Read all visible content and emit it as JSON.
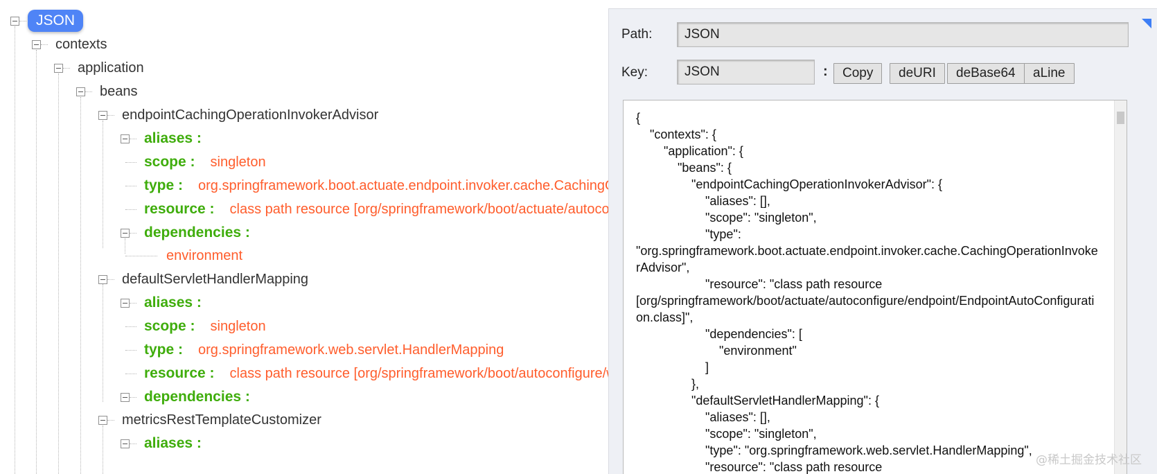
{
  "tree": {
    "root": "JSON",
    "contexts": "contexts",
    "application": "application",
    "beans": "beans",
    "bean1": {
      "name": "endpointCachingOperationInvokerAdvisor",
      "aliases_key": "aliases :",
      "scope_key": "scope :",
      "scope_val": "singleton",
      "type_key": "type :",
      "type_val": "org.springframework.boot.actuate.endpoint.invoker.cache.CachingOperationInvokerAdvisor",
      "resource_key": "resource :",
      "resource_val": "class path resource [org/springframework/boot/actuate/autoconfigure/endpoint/EndpointAutoConfiguration.class]",
      "dependencies_key": "dependencies :",
      "dep0": "environment"
    },
    "bean2": {
      "name": "defaultServletHandlerMapping",
      "aliases_key": "aliases :",
      "scope_key": "scope :",
      "scope_val": "singleton",
      "type_key": "type :",
      "type_val": "org.springframework.web.servlet.HandlerMapping",
      "resource_key": "resource :",
      "resource_val": "class path resource [org/springframework/boot/autoconfigure/web/servlet/WebMvcAutoConfiguration$EnableWebMvcConfiguration.class]",
      "dependencies_key": "dependencies :"
    },
    "bean3": {
      "name": "metricsRestTemplateCustomizer",
      "aliases_key": "aliases :"
    }
  },
  "panel": {
    "path_label": "Path:",
    "path_value": "JSON",
    "key_label": "Key:",
    "key_value": "JSON",
    "colon": ":",
    "buttons": {
      "copy": "Copy",
      "deuri": "deURI",
      "debase64": "deBase64",
      "aline": "aLine"
    },
    "json_text": "{\n    \"contexts\": {\n        \"application\": {\n            \"beans\": {\n                \"endpointCachingOperationInvokerAdvisor\": {\n                    \"aliases\": [],\n                    \"scope\": \"singleton\",\n                    \"type\":\n\"org.springframework.boot.actuate.endpoint.invoker.cache.CachingOperationInvokerAdvisor\",\n                    \"resource\": \"class path resource\n[org/springframework/boot/actuate/autoconfigure/endpoint/EndpointAutoConfiguration.class]\",\n                    \"dependencies\": [\n                        \"environment\"\n                    ]\n                },\n                \"defaultServletHandlerMapping\": {\n                    \"aliases\": [],\n                    \"scope\": \"singleton\",\n                    \"type\": \"org.springframework.web.servlet.HandlerMapping\",\n                    \"resource\": \"class path resource",
    "watermark": "@稀土掘金技术社区"
  },
  "colors": {
    "key": "#3fad0c",
    "value": "#ff5d2c",
    "root_badge": "#4f84f6",
    "corner": "#3d7ef5"
  }
}
